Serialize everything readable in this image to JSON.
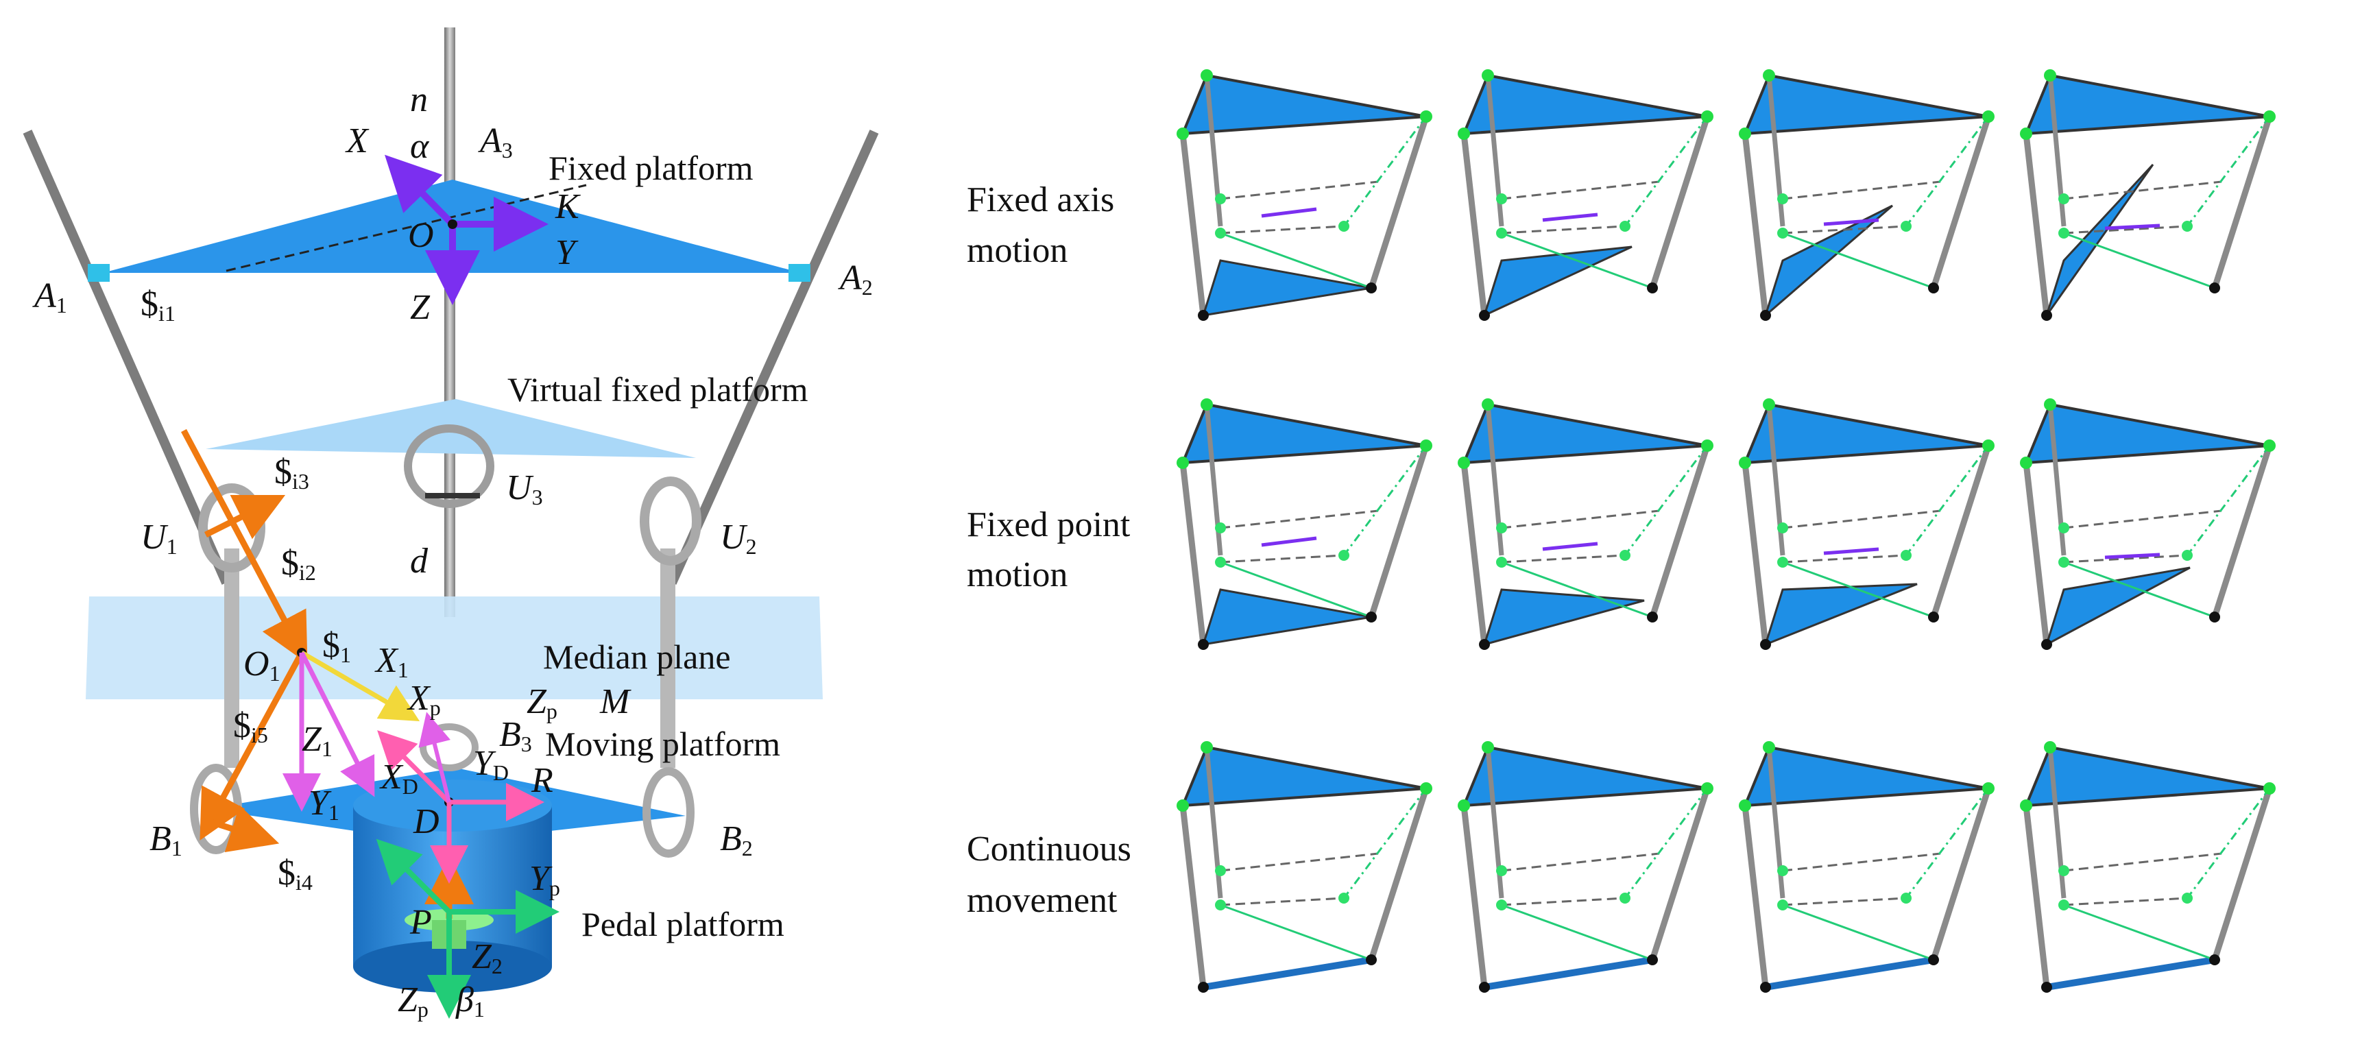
{
  "left_diagram": {
    "platform_labels": {
      "fixed": "Fixed platform",
      "virtual_fixed": "Virtual fixed platform",
      "median": "Median plane",
      "moving": "Moving platform",
      "pedal": "Pedal platform"
    },
    "points": {
      "A1": "A",
      "A2": "A",
      "A3": "A",
      "U1": "U",
      "U2": "U",
      "U3": "U",
      "B1": "B",
      "B2": "B",
      "B3": "B",
      "O": "O",
      "O1": "O",
      "D": "D",
      "P": "P",
      "M": "M",
      "R": "R",
      "K": "K",
      "n": "n",
      "d": "d"
    },
    "point_subs": {
      "A1": "1",
      "A2": "2",
      "A3": "3",
      "U1": "1",
      "U2": "2",
      "U3": "3",
      "B1": "1",
      "B2": "2",
      "B3": "3",
      "O1": "1"
    },
    "axes": {
      "X": "X",
      "Y": "Y",
      "Z": "Z",
      "alpha": "α",
      "X1": "X",
      "Y1": "Y",
      "Z1": "Z",
      "Z2": "Z",
      "Xp": "X",
      "Yp": "Y",
      "Zp": "Z",
      "Zp2": "Z",
      "XD": "X",
      "YD": "Y",
      "beta1": "β"
    },
    "axis_subs": {
      "X1": "1",
      "Y1": "1",
      "Z1": "1",
      "Z2": "2",
      "Xp": "p",
      "Yp": "p",
      "Zp": "p",
      "Zp2": "p",
      "XD": "D",
      "YD": "D",
      "beta1": "1"
    },
    "screws": {
      "s1": "$",
      "si1": "$",
      "si2": "$",
      "si3": "$",
      "si4": "$",
      "si5": "$"
    },
    "screw_subs": {
      "s1": "1",
      "si1": "i1",
      "si2": "i2",
      "si3": "i3",
      "si4": "i4",
      "si5": "i5"
    }
  },
  "grid": {
    "rows": [
      {
        "line1": "Fixed axis",
        "line2": "motion"
      },
      {
        "line1": "Fixed point",
        "line2": "motion"
      },
      {
        "line1": "Continuous",
        "line2": "movement"
      }
    ],
    "columns": 4
  },
  "colors": {
    "platform_blue": "#1e8fe6",
    "virtual_blue": "#aad8f8",
    "median_blue": "#c6e4fa",
    "rod_gray": "#8a8a8a",
    "orange": "#f07a10",
    "purple": "#7b2ff0",
    "magenta": "#e060e8",
    "yellow": "#f2d83a",
    "green": "#22cc77",
    "pink": "#ff5fb0"
  }
}
